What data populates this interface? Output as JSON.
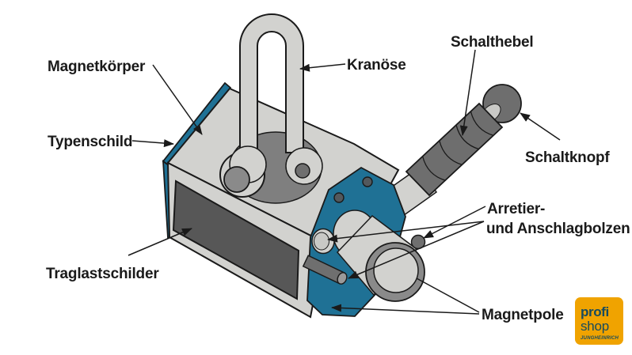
{
  "diagram": {
    "labels": {
      "magnet_body": "Magnetkörper",
      "type_plate": "Typenschild",
      "load_capacity_plates": "Traglastschilder",
      "crane_eye": "Kranöse",
      "switch_lever": "Schalthebel",
      "switch_knob": "Schaltknopf",
      "locking_pin_line1": "Arretier-",
      "locking_pin_line2": "und Anschlagbolzen",
      "magnet_poles": "Magnetpole"
    },
    "colors": {
      "outline": "#1a1a1a",
      "text": "#1a1a1a",
      "body_light": "#d2d2cf",
      "body_shadow": "#7f7f7f",
      "window": "#575757",
      "teal": "#1f7195",
      "handle": "#6e6e6e",
      "ring": "#8a8a8a",
      "highlight": "#c9c9c6",
      "logo_bg": "#f0a300",
      "logo_text": "#174b5e"
    }
  },
  "logo": {
    "line1": "profi",
    "line2": "shop",
    "line3": "JUNGHEINRICH"
  }
}
